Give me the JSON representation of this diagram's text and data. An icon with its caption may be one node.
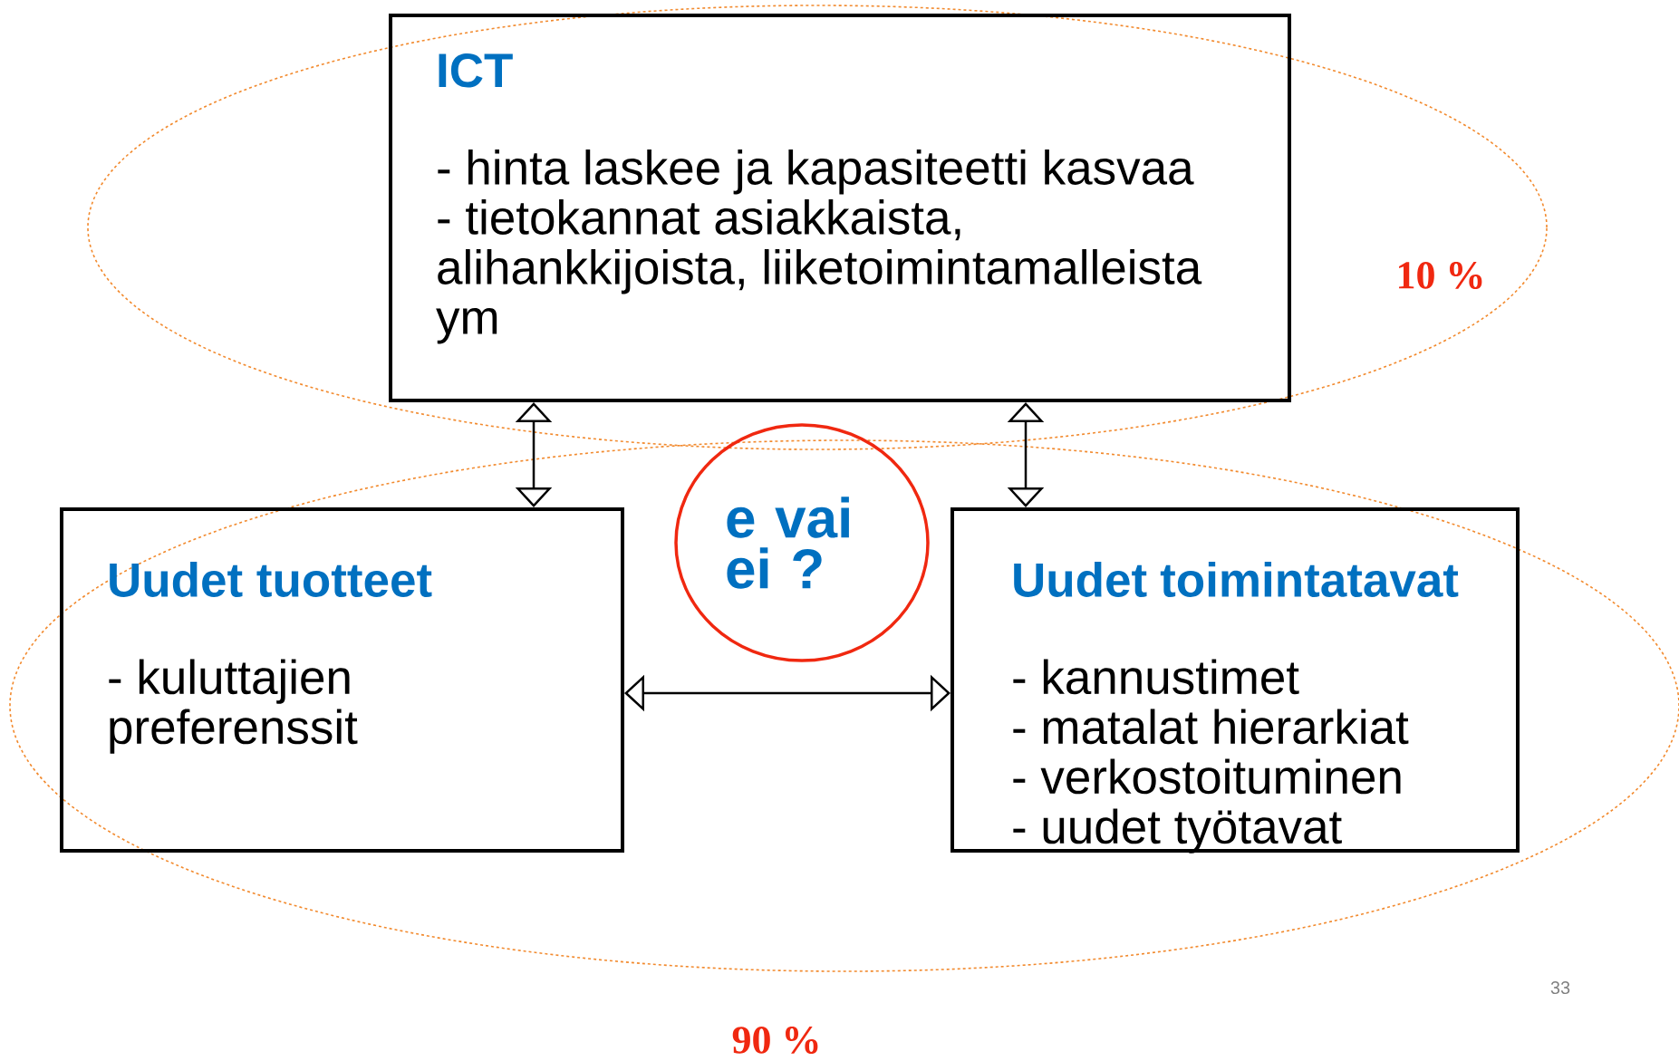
{
  "diagram": {
    "nodes": [
      {
        "text": [
          "ICT",
          "- hinta laskee ja kapasiteetti kasvaa",
          "- tietokannat asiakkaista, alihankkijoista, liiketoimintamalleista ym"
        ]
      },
      {
        "text": [
          "Uudet tuotteet",
          "- kuluttajien preferenssit"
        ]
      },
      {
        "text": [
          "Uudet toimintatavat",
          "- kannustimet",
          "- matalat hierarkiat",
          "- verkostoituminen",
          "- uudet työtavat"
        ]
      },
      {
        "text": [
          "e vai ei ?"
        ]
      }
    ],
    "edges": [
      {
        "from": 0,
        "to": 1,
        "arrow": "both"
      },
      {
        "from": 0,
        "to": 2,
        "arrow": "both"
      },
      {
        "from": 1,
        "to": 2,
        "arrow": "both"
      }
    ],
    "labels": [
      "10 %",
      "90 %",
      "33"
    ]
  }
}
